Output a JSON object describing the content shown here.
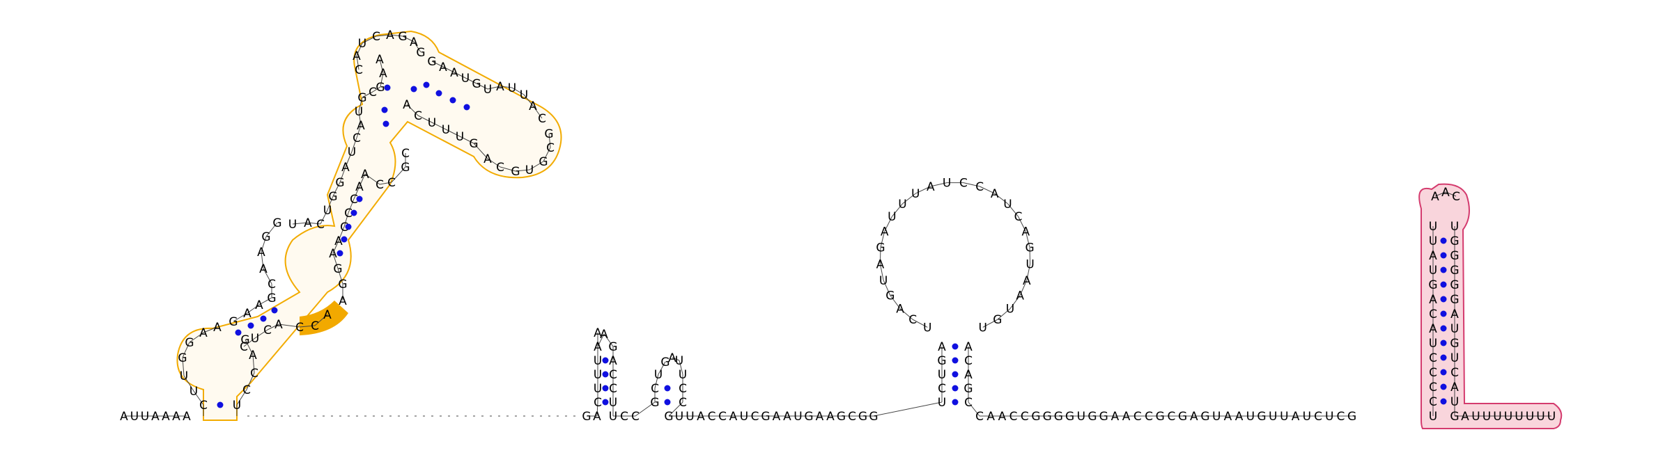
{
  "diagram": {
    "type": "rna-secondary-structure",
    "colors": {
      "base_pair_dot": "#1010e0",
      "domain_outline": "#f2ab00",
      "domain_fill": "#fffaf0",
      "highlight": "#f2a900",
      "terminator_outline": "#d43b6e",
      "terminator_fill": "#f9d5dc"
    },
    "bases": {
      "leader": "AUUAAAA",
      "gap_bottom": "GA",
      "hp1": {
        "left": "CUUUAA",
        "right": "UCCAG",
        "closing_right": "U"
      },
      "hp2": {
        "left": "GCUG",
        "loop_top": "AU",
        "right": "UCCG"
      },
      "middle": "UUACCAUCGAAUGAAGCGG",
      "hp3": {
        "stem_left": "UCUGA",
        "loop": "UCAGUAGAUUUAUCCAUCAGUAAUGU",
        "stem_right": "ACAGC"
      },
      "after_hp3": "CAACCGGGGUGGAACCGCGAGUAAUGUUAUCUCG",
      "terminator": {
        "left": "UCCCCUACAGUAUU",
        "loop": "AAC",
        "right": "GUACUGUAGGGGGU"
      },
      "tail": "AUUUUUUUU"
    }
  }
}
